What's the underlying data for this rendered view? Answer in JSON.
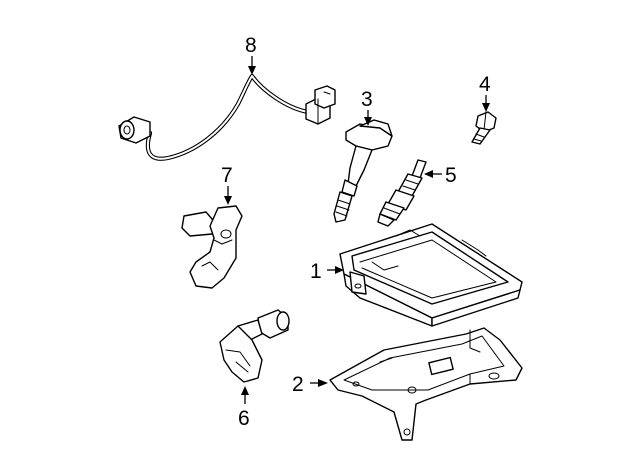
{
  "diagram": {
    "callouts": [
      {
        "id": "1",
        "text": "1"
      },
      {
        "id": "2",
        "text": "2"
      },
      {
        "id": "3",
        "text": "3"
      },
      {
        "id": "4",
        "text": "4"
      },
      {
        "id": "5",
        "text": "5"
      },
      {
        "id": "6",
        "text": "6"
      },
      {
        "id": "7",
        "text": "7"
      },
      {
        "id": "8",
        "text": "8"
      }
    ],
    "parts": [
      {
        "callout": "1",
        "icon": "engine-control-module"
      },
      {
        "callout": "2",
        "icon": "mounting-bracket"
      },
      {
        "callout": "3",
        "icon": "ignition-coil"
      },
      {
        "callout": "4",
        "icon": "bolt"
      },
      {
        "callout": "5",
        "icon": "spark-plug"
      },
      {
        "callout": "6",
        "icon": "sensor"
      },
      {
        "callout": "7",
        "icon": "sensor"
      },
      {
        "callout": "8",
        "icon": "knock-sensor-with-harness"
      }
    ]
  }
}
